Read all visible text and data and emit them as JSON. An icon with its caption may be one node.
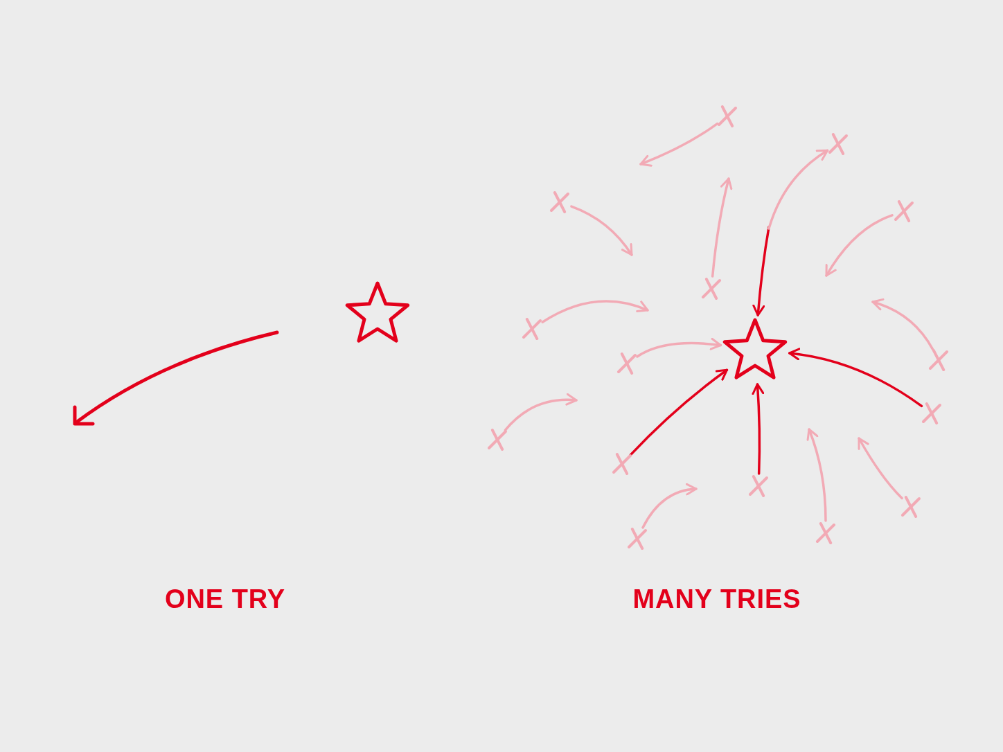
{
  "diagram": {
    "nodes": [
      {
        "text": [],
        "shape": "star"
      },
      {
        "text": [],
        "shape": "star"
      },
      {
        "text": [],
        "shape": "cross"
      },
      {
        "text": [],
        "shape": "cross"
      },
      {
        "text": [],
        "shape": "cross"
      },
      {
        "text": [],
        "shape": "cross"
      },
      {
        "text": [],
        "shape": "cross"
      },
      {
        "text": [],
        "shape": "cross"
      },
      {
        "text": [],
        "shape": "cross"
      },
      {
        "text": [],
        "shape": "cross"
      },
      {
        "text": [],
        "shape": "cross"
      },
      {
        "text": [],
        "shape": "cross"
      },
      {
        "text": [],
        "shape": "cross"
      },
      {
        "text": [],
        "shape": "cross"
      },
      {
        "text": [],
        "shape": "cross"
      },
      {
        "text": [],
        "shape": "cross"
      },
      {
        "text": [],
        "shape": "cross"
      }
    ],
    "edges": [
      {
        "from": 2,
        "to": null,
        "arrow": "to"
      },
      {
        "from": null,
        "to": 1,
        "arrow": "to",
        "color": "#e3001b"
      },
      {
        "from": null,
        "to": 3,
        "arrow": "to"
      },
      {
        "from": 4,
        "to": null,
        "arrow": "to"
      },
      {
        "from": 6,
        "to": null,
        "arrow": "to"
      },
      {
        "from": 5,
        "to": null,
        "arrow": "to"
      },
      {
        "from": 7,
        "to": null,
        "arrow": "to"
      },
      {
        "from": 8,
        "to": 1,
        "arrow": "to"
      },
      {
        "from": 9,
        "to": null,
        "arrow": "to"
      },
      {
        "from": 10,
        "to": 1,
        "arrow": "to",
        "color": "#e3001b"
      },
      {
        "from": 11,
        "to": null,
        "arrow": "to"
      },
      {
        "from": 12,
        "to": 1,
        "arrow": "to",
        "color": "#e3001b"
      },
      {
        "from": 13,
        "to": 1,
        "arrow": "to",
        "color": "#e3001b"
      },
      {
        "from": 16,
        "to": null,
        "arrow": "to"
      },
      {
        "from": 15,
        "to": null,
        "arrow": "to"
      },
      {
        "from": 14,
        "to": null,
        "arrow": "to"
      }
    ],
    "labels": [
      "ONE TRY",
      "MANY TRIES"
    ]
  }
}
